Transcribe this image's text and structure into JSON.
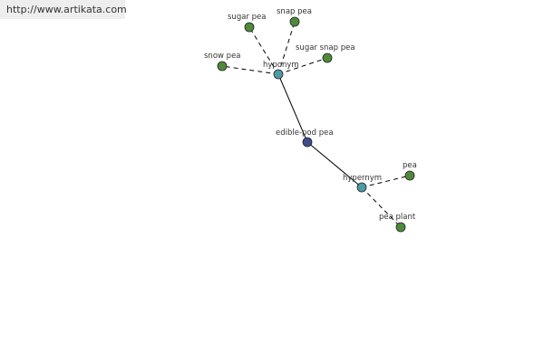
{
  "banner": {
    "url": "http://www.artikata.com"
  },
  "colors": {
    "center": "#3e4d8c",
    "relation": "#4d9aa3",
    "leaf": "#4f8a3c",
    "edge": "#000000"
  },
  "nodes": [
    {
      "id": "center",
      "label": "edible-pod pea",
      "kind": "center"
    },
    {
      "id": "hyponym",
      "label": "hyponym",
      "kind": "relation"
    },
    {
      "id": "hypernym",
      "label": "hypernym",
      "kind": "relation"
    },
    {
      "id": "sugar-pea",
      "label": "sugar pea",
      "kind": "leaf"
    },
    {
      "id": "snap-pea",
      "label": "snap pea",
      "kind": "leaf"
    },
    {
      "id": "sugar-snap-pea",
      "label": "sugar snap pea",
      "kind": "leaf"
    },
    {
      "id": "snow-pea",
      "label": "snow pea",
      "kind": "leaf"
    },
    {
      "id": "pea",
      "label": "pea",
      "kind": "leaf"
    },
    {
      "id": "pea-plant",
      "label": "pea plant",
      "kind": "leaf"
    }
  ],
  "edges": [
    {
      "from": "center",
      "to": "hyponym",
      "style": "solid"
    },
    {
      "from": "center",
      "to": "hypernym",
      "style": "solid"
    },
    {
      "from": "hyponym",
      "to": "sugar-pea",
      "style": "dashed"
    },
    {
      "from": "hyponym",
      "to": "snap-pea",
      "style": "dashed"
    },
    {
      "from": "hyponym",
      "to": "sugar-snap-pea",
      "style": "dashed"
    },
    {
      "from": "hyponym",
      "to": "snow-pea",
      "style": "dashed"
    },
    {
      "from": "hypernym",
      "to": "pea",
      "style": "dashed"
    },
    {
      "from": "hypernym",
      "to": "pea-plant",
      "style": "dashed"
    }
  ]
}
